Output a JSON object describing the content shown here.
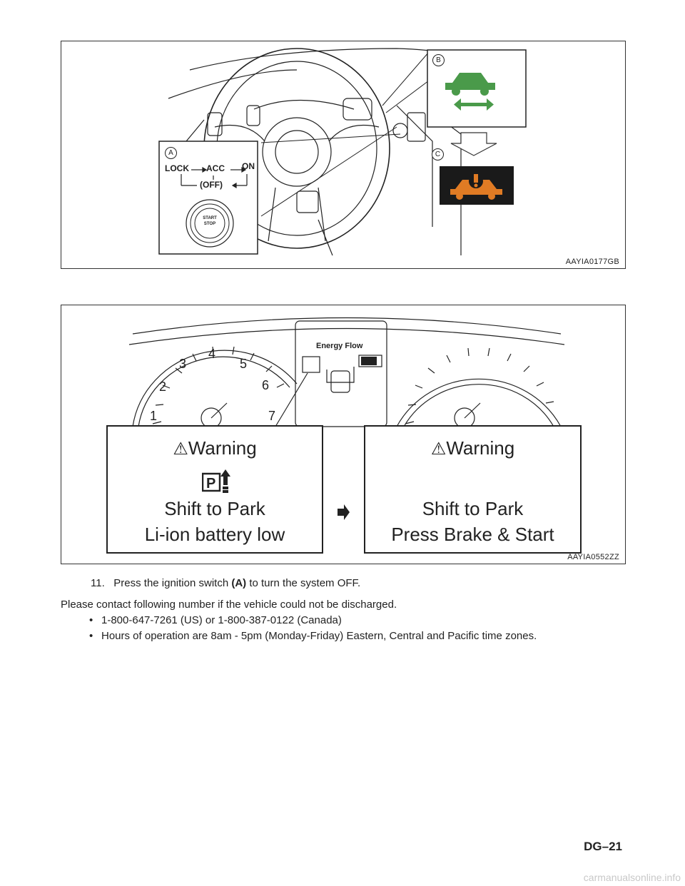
{
  "figure1": {
    "code": "AAYIA0177GB",
    "callouts": {
      "a": "A",
      "b": "B",
      "c": "C"
    },
    "switch": {
      "lock": "LOCK",
      "acc": "ACC",
      "on": "ON",
      "off": "(OFF)",
      "start": "START",
      "stop": "STOP"
    },
    "colors": {
      "green_icon": "#4a9a4a",
      "warning_bg": "#1a1a1a",
      "warning_icon": "#e07b24"
    }
  },
  "figure2": {
    "code": "AAYIA0552ZZ",
    "energy_flow": "Energy Flow",
    "tach_numbers": [
      "1",
      "2",
      "3",
      "4",
      "5",
      "6",
      "7"
    ],
    "warning_left": {
      "title": "Warning",
      "line1": "Shift to Park",
      "line2": "Li-ion battery low",
      "icon": "park-shift-icon"
    },
    "warning_right": {
      "title": "Warning",
      "line1": "Shift to Park",
      "line2": "Press Brake & Start"
    }
  },
  "steps": {
    "step11_num": "11.",
    "step11_pre": "Press the ignition switch ",
    "step11_bold": "(A)",
    "step11_post": " to turn the system OFF."
  },
  "contact": {
    "intro": "Please contact following number if the vehicle could not be discharged.",
    "bullets": [
      "1-800-647-7261 (US) or 1-800-387-0122 (Canada)",
      "Hours of operation are 8am - 5pm (Monday-Friday) Eastern, Central and Pacific time zones."
    ]
  },
  "page_number": "DG–21",
  "watermark": "carmanualsonline.info"
}
